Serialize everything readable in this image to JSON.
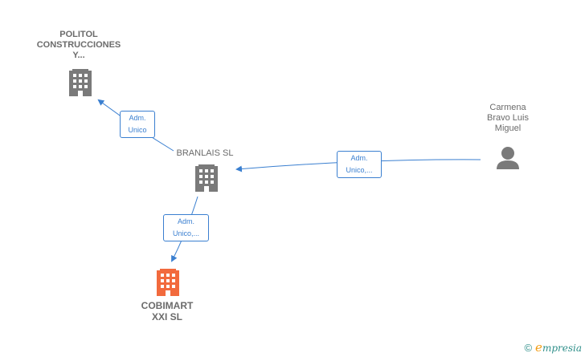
{
  "nodes": {
    "politol": {
      "label": "POLITOL\nCONSTRUCCIONES\nY...",
      "icon": "building-icon",
      "color": "#7a7a7a"
    },
    "branlais": {
      "label": "BRANLAIS  SL",
      "icon": "building-icon",
      "color": "#7a7a7a"
    },
    "cobimart": {
      "label": "COBIMART\nXXI  SL",
      "icon": "building-icon",
      "color": "#f26a3d"
    },
    "carmena": {
      "label": "Carmena\nBravo Luis\nMiguel",
      "icon": "person-icon",
      "color": "#7a7a7a"
    }
  },
  "edges": {
    "politol_branlais": {
      "label": "Adm.\nUnico"
    },
    "carmena_branlais": {
      "label": "Adm.\nUnico,..."
    },
    "branlais_cobimart": {
      "label": "Adm.\nUnico,..."
    }
  },
  "colors": {
    "edge": "#3a7fd0",
    "accent": "#f26a3d"
  },
  "footer": {
    "copyright": "©",
    "brand_initial": "e",
    "brand_rest": "mpresia"
  }
}
